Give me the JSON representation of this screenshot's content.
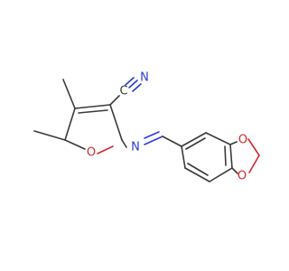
{
  "molecule": {
    "atoms": [
      {
        "id": "o_furan",
        "label": "O",
        "color": "#d42a2a"
      },
      {
        "id": "n_imine",
        "label": "N",
        "color": "#2a3cd4"
      },
      {
        "id": "n_nitrile_c",
        "label": "C",
        "color": "#3a3a3a"
      },
      {
        "id": "n_nitrile_n",
        "label": "N",
        "color": "#2a3cd4"
      },
      {
        "id": "o_dioxole_top",
        "label": "O",
        "color": "#d42a2a"
      },
      {
        "id": "o_dioxole_bottom",
        "label": "O",
        "color": "#d42a2a"
      }
    ]
  }
}
